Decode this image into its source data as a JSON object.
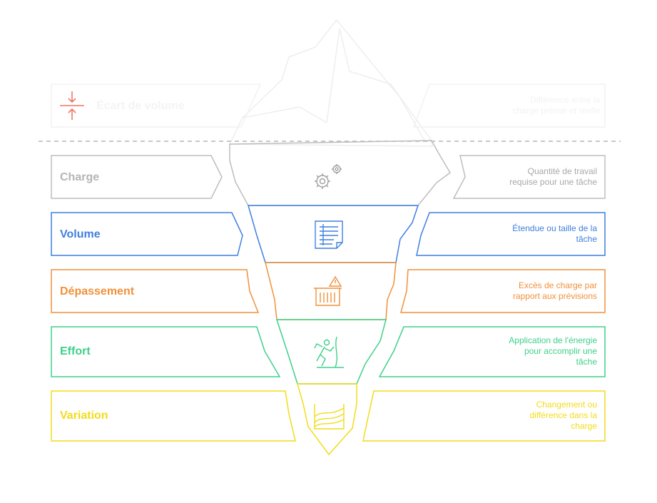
{
  "top_item": {
    "label": "Écart de volume",
    "description_line1": "Différence entre la",
    "description_line2": "charge prévue et réelle",
    "icon": "converge-arrows-icon",
    "color": "#e8553f"
  },
  "layers": [
    {
      "id": "charge",
      "label": "Charge",
      "description_line1": "Quantité de travail",
      "description_line2": "requise pour une tâche",
      "description_line3": "",
      "icon": "gears-icon",
      "color": "#bdbdbd"
    },
    {
      "id": "volume",
      "label": "Volume",
      "description_line1": "Étendue ou taille de la",
      "description_line2": "tâche",
      "description_line3": "",
      "icon": "document-list-icon",
      "color": "#3f7fe0"
    },
    {
      "id": "depassement",
      "label": "Dépassement",
      "description_line1": "Excès de charge par",
      "description_line2": "rapport aux prévisions",
      "description_line3": "",
      "icon": "overflow-warning-icon",
      "color": "#f0913a"
    },
    {
      "id": "effort",
      "label": "Effort",
      "description_line1": "Application de l'énergie",
      "description_line2": "pour accomplir une",
      "description_line3": "tâche",
      "icon": "climber-icon",
      "color": "#3ed08a"
    },
    {
      "id": "variation",
      "label": "Variation",
      "description_line1": "Changement ou",
      "description_line2": "différence dans la",
      "description_line3": "charge",
      "icon": "wave-chart-icon",
      "color": "#f2dc1a"
    }
  ]
}
